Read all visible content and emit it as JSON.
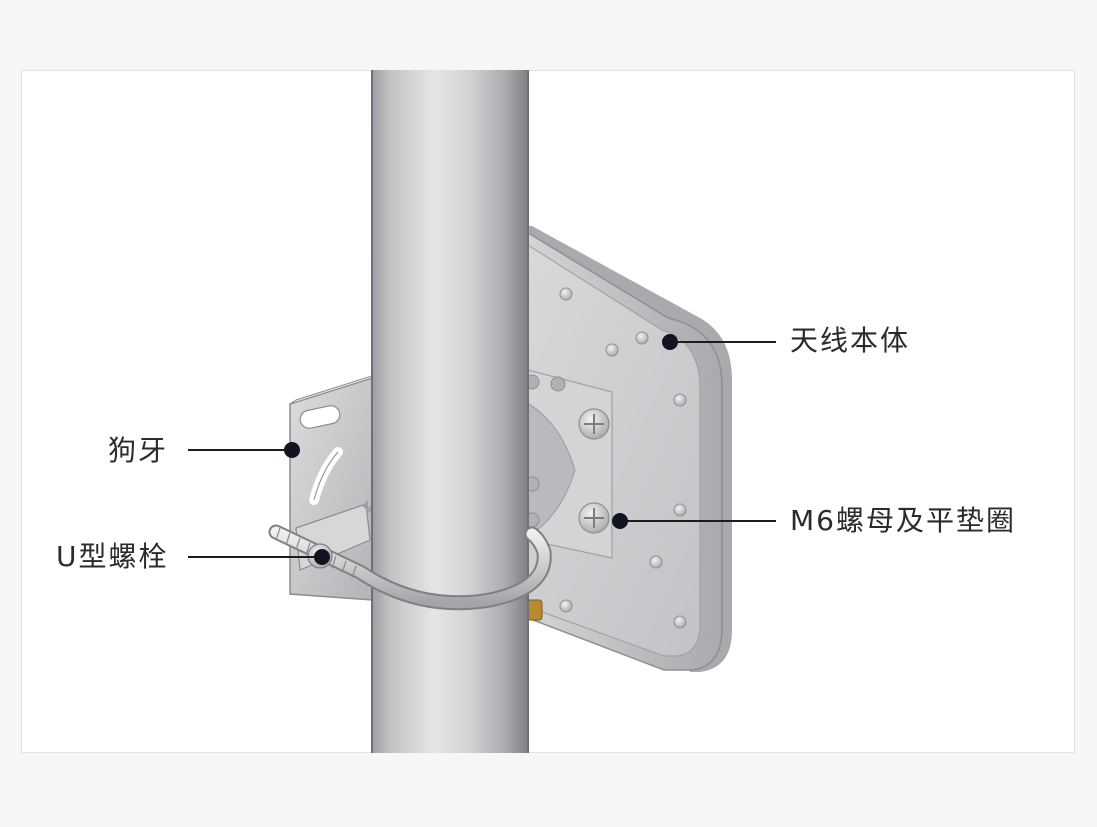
{
  "labels": {
    "antenna_body": "天线本体",
    "nut_washer": "M6螺母及平垫圈",
    "dog_tooth": "狗牙",
    "u_bolt": "U型螺栓"
  },
  "colors": {
    "page_background": "#f6f6f6",
    "panel_background": "#ffffff",
    "panel_border": "#e2e2e2",
    "leader_line": "#1c1c1c",
    "marker_dot": "#121521",
    "pole_mid": "#cfd0d2",
    "pole_dark": "#8e8f92",
    "antenna_face": "#cbcbcd",
    "antenna_edge": "#b4b5b8",
    "brass_connector": "#b8892e"
  }
}
